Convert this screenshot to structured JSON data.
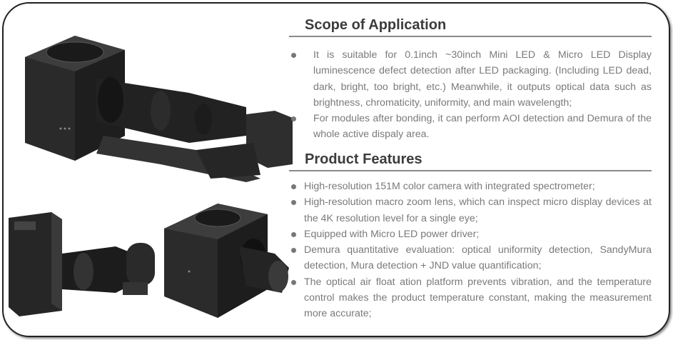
{
  "scope": {
    "title": "Scope of Application",
    "items": [
      "It is suitable for 0.1inch ~30inch Mini LED & Micro LED Display luminescence defect detection after LED packaging.  (Including LED dead, dark, bright, too bright, etc.) Meanwhile, it outputs optical data such as brightness, chromaticity, uniformity, and main wavelength;",
      "For modules after bonding, it can perform AOI detection and Demura of the whole active dispaly area."
    ]
  },
  "features": {
    "title": "Product Features",
    "items": [
      "High-resolution 151M color camera with integrated spectrometer;",
      "High-resolution macro zoom lens, which can inspect micro display devices at the 4K resolution level for a single eye;",
      "Equipped with Micro LED power driver;",
      "Demura quantitative evaluation: optical uniformity detection, SandyMura detection, Mura detection + JND value quantification;",
      "The optical air float ation platform prevents vibration, and the temperature control makes the product temperature constant, making the measurement more accurate;"
    ]
  },
  "colors": {
    "heading": "#3c3c3c",
    "text": "#7a7a7a",
    "frame": "#222222"
  }
}
